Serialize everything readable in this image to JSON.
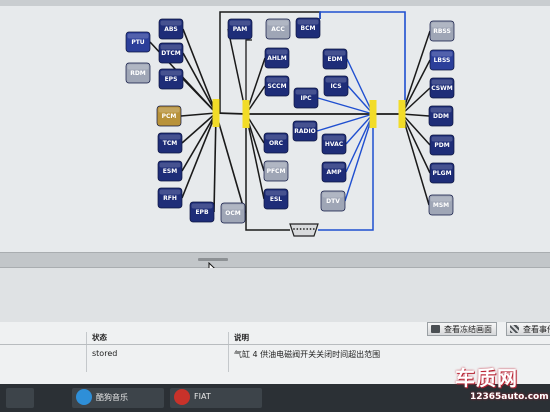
{
  "colors": {
    "node_dark": "#1e2d78",
    "node_blue": "#2c3f9a",
    "node_gray": "#9fa6b6",
    "node_highlight": "#b8923a",
    "connector": "#f2dc28",
    "wire_black": "#1a1a1a",
    "wire_blue": "#1f4fd0"
  },
  "nodes": [
    {
      "id": "PTU",
      "label": "PTU",
      "style": "blue"
    },
    {
      "id": "RDM",
      "label": "RDM",
      "style": "gray"
    },
    {
      "id": "ABS",
      "label": "ABS",
      "style": "dark"
    },
    {
      "id": "DTCM",
      "label": "DTCM",
      "style": "dark"
    },
    {
      "id": "EPS",
      "label": "EPS",
      "style": "dark"
    },
    {
      "id": "PCM",
      "label": "PCM",
      "style": "highlight"
    },
    {
      "id": "TCM",
      "label": "TCM",
      "style": "dark"
    },
    {
      "id": "ESM",
      "label": "ESM",
      "style": "dark"
    },
    {
      "id": "RFH",
      "label": "RFH",
      "style": "dark"
    },
    {
      "id": "EPB",
      "label": "EPB",
      "style": "dark"
    },
    {
      "id": "OCM",
      "label": "OCM",
      "style": "gray"
    },
    {
      "id": "PAM",
      "label": "PAM",
      "style": "dark"
    },
    {
      "id": "ACC",
      "label": "ACC",
      "style": "gray"
    },
    {
      "id": "BCM",
      "label": "BCM",
      "style": "dark"
    },
    {
      "id": "AHLM",
      "label": "AHLM",
      "style": "dark"
    },
    {
      "id": "SCCM",
      "label": "SCCM",
      "style": "dark"
    },
    {
      "id": "ORC",
      "label": "ORC",
      "style": "dark"
    },
    {
      "id": "PFCM",
      "label": "PFCM",
      "style": "gray"
    },
    {
      "id": "ESL",
      "label": "ESL",
      "style": "dark"
    },
    {
      "id": "IPC",
      "label": "IPC",
      "style": "dark"
    },
    {
      "id": "RADIO",
      "label": "RADIO",
      "style": "dark"
    },
    {
      "id": "EDM",
      "label": "EDM",
      "style": "dark"
    },
    {
      "id": "ICS",
      "label": "ICS",
      "style": "dark"
    },
    {
      "id": "HVAC",
      "label": "HVAC",
      "style": "dark"
    },
    {
      "id": "AMP",
      "label": "AMP",
      "style": "dark"
    },
    {
      "id": "DTV",
      "label": "DTV",
      "style": "gray"
    },
    {
      "id": "RBSS",
      "label": "RBSS",
      "style": "gray"
    },
    {
      "id": "LBSS",
      "label": "LBSS",
      "style": "blue"
    },
    {
      "id": "CSWM",
      "label": "CSWM",
      "style": "dark"
    },
    {
      "id": "DDM",
      "label": "DDM",
      "style": "dark"
    },
    {
      "id": "PDM",
      "label": "PDM",
      "style": "dark"
    },
    {
      "id": "PLGM",
      "label": "PLGM",
      "style": "dark"
    },
    {
      "id": "MSM",
      "label": "MSM",
      "style": "gray"
    }
  ],
  "toolbar": {
    "freeze_frame_label": "查看冻结画面",
    "view_details_label": "查看事件"
  },
  "table": {
    "headers": {
      "status": "状态",
      "description": "说明"
    },
    "rows": [
      {
        "status": "stored",
        "description": "气缸 4 供油电磁阀开关关闭时间超出范围"
      }
    ]
  },
  "taskbar": {
    "items": [
      {
        "label": "酷狗音乐"
      },
      {
        "label": "FIAT"
      }
    ]
  },
  "watermark": {
    "logo": "车质网",
    "url": "12365auto.com"
  }
}
